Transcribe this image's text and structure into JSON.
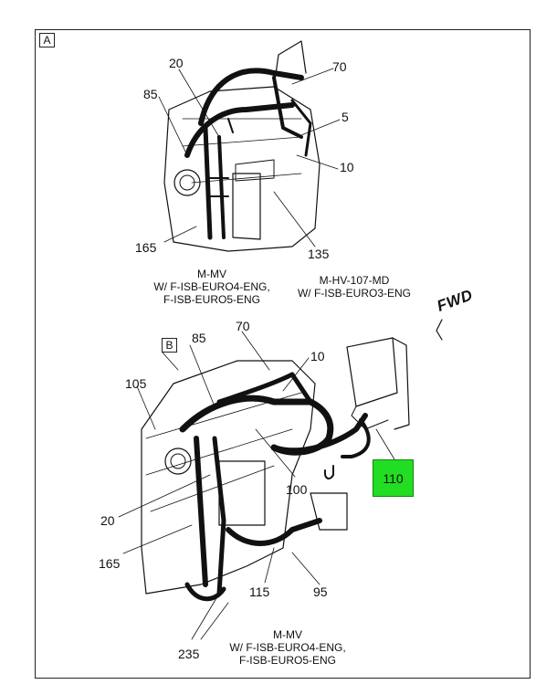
{
  "panels": {
    "a": {
      "tag": "A",
      "callouts": {
        "c20": "20",
        "c70": "70",
        "c85": "85",
        "c5": "5",
        "c10": "10",
        "c165": "165",
        "c135": "135"
      },
      "caption_left": [
        "M-MV",
        "W/ F-ISB-EURO4-ENG,",
        "F-ISB-EURO5-ENG"
      ],
      "caption_right": [
        "M-HV-107-MD",
        "W/ F-ISB-EURO3-ENG"
      ]
    },
    "b": {
      "tag": "B",
      "callouts": {
        "c70": "70",
        "c85": "85",
        "c10": "10",
        "c105": "105",
        "c100": "100",
        "c20": "20",
        "c165": "165",
        "c115": "115",
        "c95": "95",
        "c235": "235"
      },
      "highlight": "110",
      "caption": [
        "M-MV",
        "W/ F-ISB-EURO4-ENG,",
        "F-ISB-EURO5-ENG"
      ]
    }
  },
  "direction": "FWD",
  "colors": {
    "highlight": "#22dd22"
  }
}
